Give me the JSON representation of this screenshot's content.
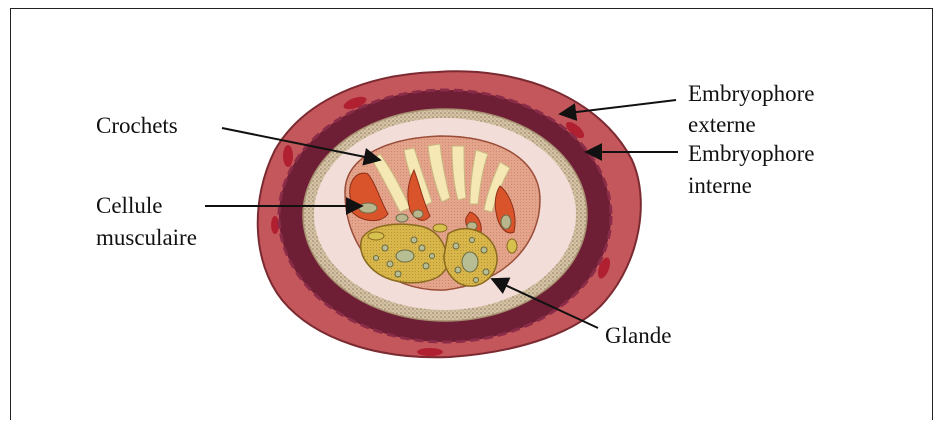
{
  "figure": {
    "labels": {
      "crochets": "Crochets",
      "cellule_line1": "Cellule",
      "cellule_line2": "musculaire",
      "embryophore_externe_line1": "Embryophore",
      "embryophore_externe_line2": "externe",
      "embryophore_interne_line1": "Embryophore",
      "embryophore_interne_line2": "interne",
      "glande": "Glande"
    },
    "colors": {
      "outer_layer": "#c0555a",
      "dark_band": "#6b1e35",
      "stippled_band": "#c8b49a",
      "inner_pale": "#f2dcd8",
      "core": "#e0a088",
      "hooks": "#f4e6b0",
      "muscle_cells": "#d9542a",
      "gland": "#d4b040",
      "gland_nuclei": "#b0b890"
    }
  }
}
